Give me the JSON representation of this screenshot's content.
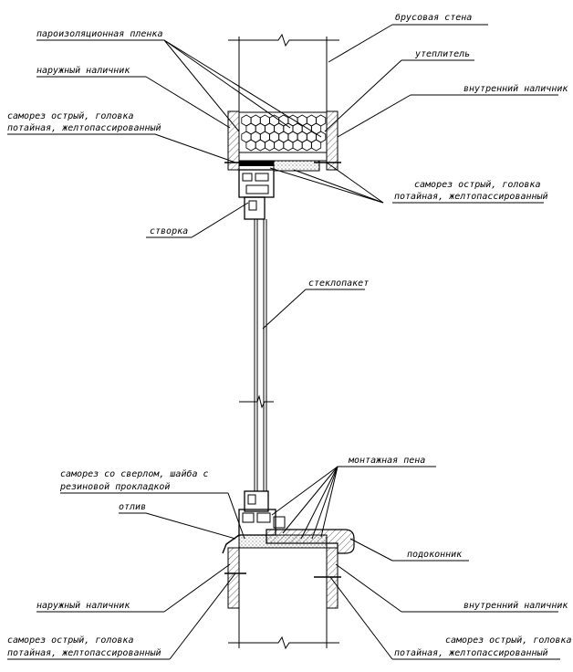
{
  "labels": {
    "brus_wall": "брусовая стена",
    "vapor_film": "пароизоляционная пленка",
    "insulation": "утеплитель",
    "outer_trim_top": "наружный наличник",
    "inner_trim_top": "внутренний наличник",
    "screw_top_left_1": "саморез острый, головка",
    "screw_top_left_2": "потайная, желтопассированный",
    "screw_top_right_1": "саморез острый, головка",
    "screw_top_right_2": "потайная, желтопассированный",
    "sash": "створка",
    "glass_unit": "стеклопакет",
    "mount_foam": "монтажная пена",
    "screw_drill_1": "саморез со сверлом, шайба с",
    "screw_drill_2": "резиновой прокладкой",
    "drip": "отлив",
    "sill": "подоконник",
    "outer_trim_bottom": "наружный наличник",
    "inner_trim_bottom": "внутренний наличник",
    "screw_bot_left_1": "саморез острый, головка",
    "screw_bot_left_2": "потайная, желтопассированный",
    "screw_bot_right_1": "саморез острый, головка",
    "screw_bot_right_2": "потайная, желтопассированный"
  }
}
